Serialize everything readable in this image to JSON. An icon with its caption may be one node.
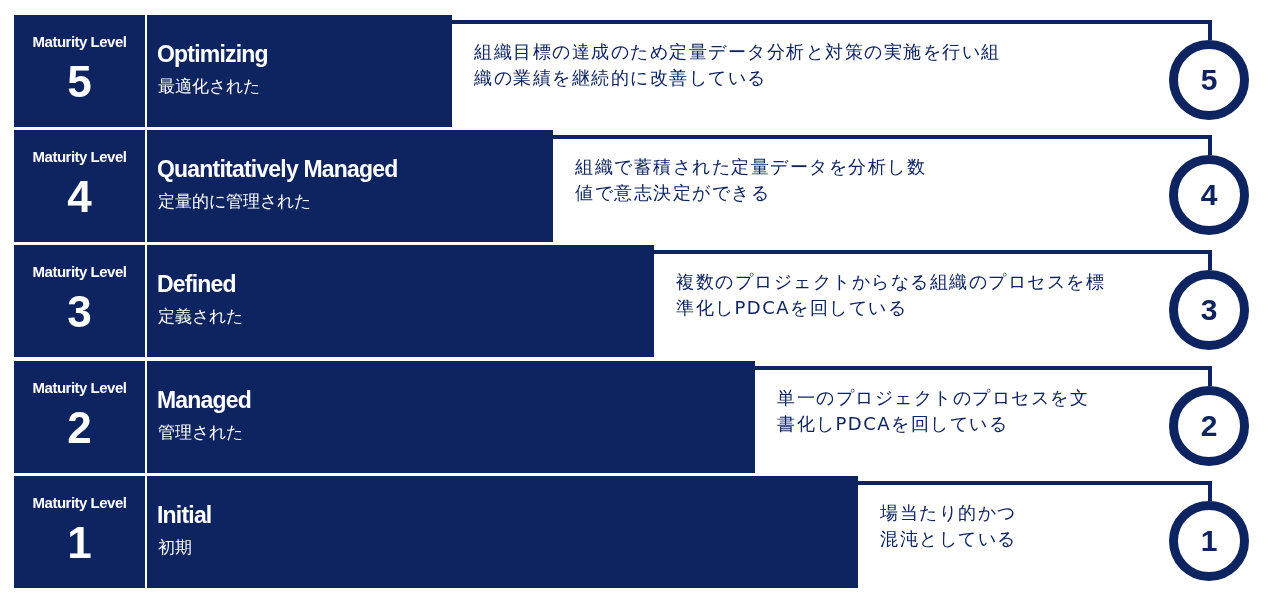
{
  "diagram": {
    "nodes": [
      {
        "text": [
          "Maturity Level",
          "5"
        ]
      },
      {
        "text": [
          "Optimizing",
          "最適化された"
        ],
        "beside": [
          "組織目標の達成のため定量データ分析と対策の実施を行い組織の業績を継続的に改善している"
        ]
      },
      {
        "text": [
          "5"
        ]
      },
      {
        "text": [
          "Maturity Level",
          "4"
        ]
      },
      {
        "text": [
          "Quantitatively Managed",
          "定量的に管理された"
        ],
        "beside": [
          "組織で蓄積された定量データを分析し数値で意志決定ができる"
        ]
      },
      {
        "text": [
          "4"
        ]
      },
      {
        "text": [
          "Maturity Level",
          "3"
        ]
      },
      {
        "text": [
          "Defined",
          "定義された"
        ],
        "beside": [
          "複数のプロジェクトからなる組織のプロセスを標準化しPDCAを回している"
        ]
      },
      {
        "text": [
          "3"
        ]
      },
      {
        "text": [
          "Maturity Level",
          "2"
        ]
      },
      {
        "text": [
          "Managed",
          "管理された"
        ],
        "beside": [
          "単一のプロジェクトのプロセスを文書化しPDCAを回している"
        ]
      },
      {
        "text": [
          "2"
        ]
      },
      {
        "text": [
          "Maturity Level",
          "1"
        ]
      },
      {
        "text": [
          "Initial",
          "初期"
        ],
        "beside": [
          "場当たり的かつ混沌としている"
        ]
      },
      {
        "text": [
          "1"
        ]
      }
    ],
    "edges": [
      {
        "from": 1,
        "to": 2,
        "arrow": "none"
      },
      {
        "from": 4,
        "to": 5,
        "arrow": "none"
      },
      {
        "from": 7,
        "to": 8,
        "arrow": "none"
      },
      {
        "from": 10,
        "to": 11,
        "arrow": "none"
      },
      {
        "from": 13,
        "to": 14,
        "arrow": "none"
      }
    ]
  }
}
